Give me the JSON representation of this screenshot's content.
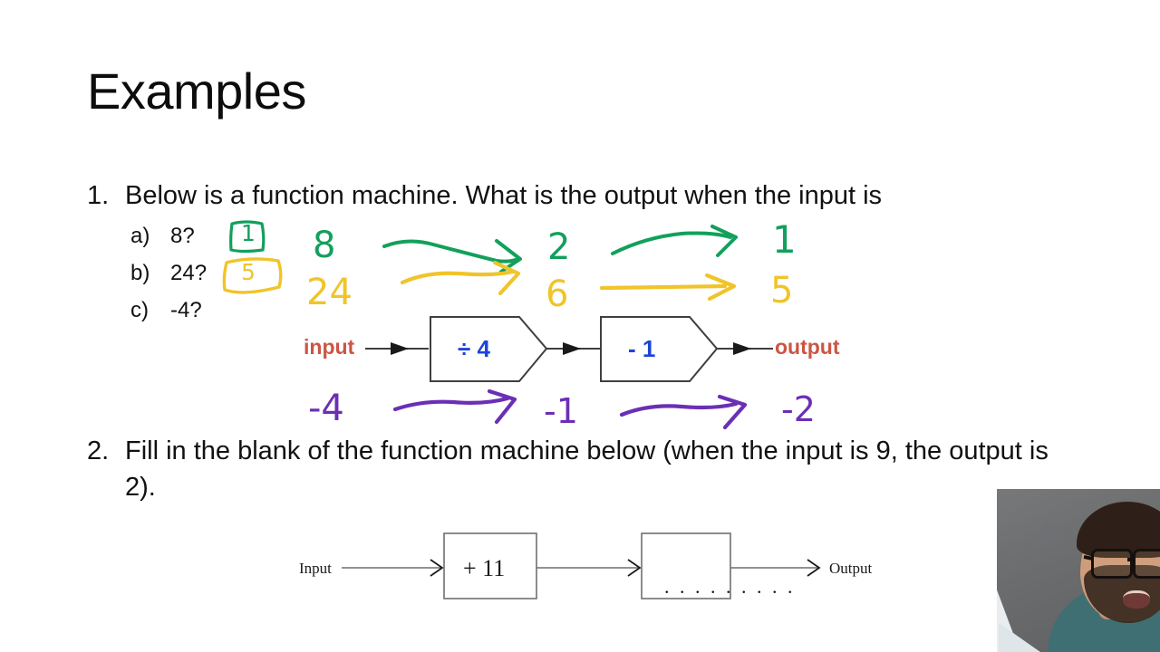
{
  "slide": {
    "title": "Examples",
    "background_color": "#ffffff"
  },
  "questions": [
    {
      "number": "1.",
      "text": "Below is a function machine. What is the output when the input is",
      "sub_items": [
        {
          "marker": "a)",
          "label": "8?"
        },
        {
          "marker": "b)",
          "label": "24?"
        },
        {
          "marker": "c)",
          "label": "-4?"
        }
      ]
    },
    {
      "number": "2.",
      "text": "Fill in the blank of the function machine below (when the input is 9, the output is 2)."
    }
  ],
  "machine1": {
    "input_label": "input",
    "output_label": "output",
    "box1_text": "÷ 4",
    "box2_text": "- 1",
    "label_color": "#cc5544",
    "box_text_color": "#1b44d8",
    "outline_color": "#3f3f3f"
  },
  "machine2": {
    "input_label": "Input",
    "output_label": "Output",
    "box1_text": "+ 11",
    "box2_text": ". . . . . . . . .",
    "outline_color": "#6f6f6f"
  },
  "annotations": {
    "green": {
      "color": "#12a05c",
      "answer_box_label": "1",
      "start_value": "8",
      "middle_value": "2",
      "end_value": "1"
    },
    "yellow": {
      "color": "#f0c42a",
      "answer_box_label": "5",
      "start_value": "24",
      "middle_value": "6",
      "end_value": "5"
    },
    "purple": {
      "color": "#6b2fb5",
      "start_value": "-4",
      "middle_value": "-1",
      "end_value": "-2"
    }
  },
  "webcam": {
    "present": true,
    "position": "bottom-right"
  }
}
